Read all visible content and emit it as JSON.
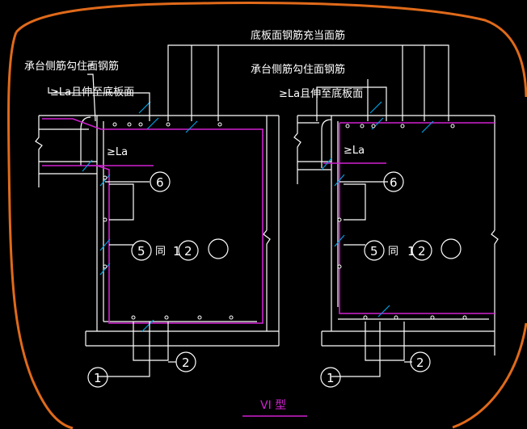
{
  "labels": {
    "top_reinforcement": "底板面钢筋充当面筋",
    "left_side_hook": "承台侧筋勾住面钢筋",
    "left_extend": "≥La且伸至底板面",
    "right_side_hook": "承台侧筋勾住面钢筋",
    "right_extend": "≥La且伸至底板面",
    "left_la": "≥La",
    "right_la": "≥La",
    "left_same_as": "同",
    "right_same_as": "同",
    "title": "VI 型"
  },
  "markers": {
    "left": {
      "m6": "6",
      "m5": "5",
      "m1a": "1",
      "m2a": "2",
      "m1b": "1",
      "m2b": "2"
    },
    "right": {
      "m6": "6",
      "m5": "5",
      "m1a": "1",
      "m2a": "2",
      "m1b": "1",
      "m2b": "2"
    }
  },
  "colors": {
    "background": "#000000",
    "line": "#ffffff",
    "rebar": "#d020d0",
    "tick": "#00a0e0",
    "outline": "#e06a1a"
  }
}
